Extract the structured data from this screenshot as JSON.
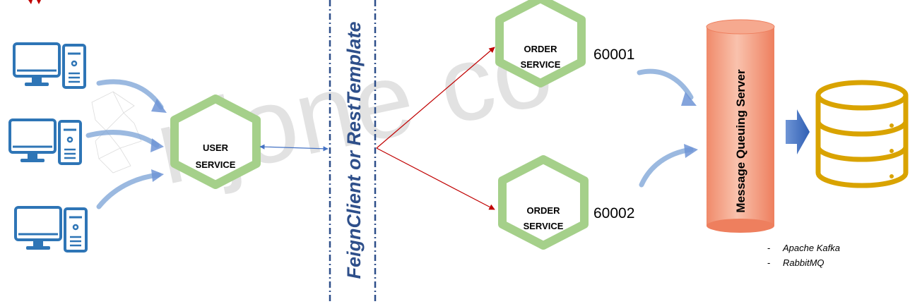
{
  "watermark": "njone co",
  "user_service": {
    "line1": "USER",
    "line2": "SERVICE"
  },
  "divider_label": "FeignClient or RestTemplate",
  "order_services": [
    {
      "line1": "ORDER",
      "line2": "SERVICE",
      "port": "60001"
    },
    {
      "line1": "ORDER",
      "line2": "SERVICE",
      "port": "60002"
    }
  ],
  "queue": {
    "label": "Message Queuing Server"
  },
  "queue_options": [
    {
      "bullet": "-",
      "name": "Apache Kafka"
    },
    {
      "bullet": "-",
      "name": "RabbitMQ"
    }
  ],
  "icons": [
    "desktop-computer-icon",
    "database-icon",
    "arrow-right-icon",
    "hexagon-service-icon"
  ],
  "colors": {
    "hex_green": "#a5d08a",
    "computer_blue": "#2e75b6",
    "divider_blue": "#2e4f8a",
    "arrow_red": "#c00000",
    "link_blue": "#4472c4",
    "database_gold": "#d9a300",
    "queue_orange": "#f4a582"
  }
}
